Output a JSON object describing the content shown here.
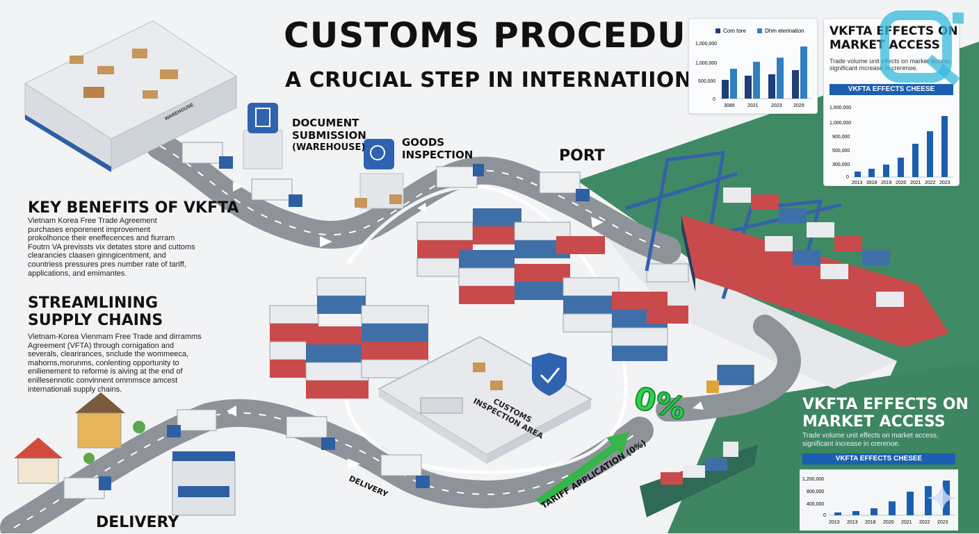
{
  "title": "CUSTOMS PROCEDURE",
  "subtitle": "A CRUCIAL STEP IN INTERNATIIONAL TRADE",
  "benefits": {
    "heading": "KEY BENEFITS OF VKFTA",
    "lines": [
      "Vietnam Korea Free Trade Agreement",
      "purchases enporenent improvement",
      "prokolhonce their eneffecences and fiurram",
      "Foutrn VA previssts vix detates store and cuttoms",
      "clearancies claasen ginngicentment, and",
      "countriess pressures pres number rate of tariff,",
      "applications, and emimantes."
    ]
  },
  "supply": {
    "heading_lines": [
      "STREAMLINING",
      "SUPPLY CHAINS"
    ],
    "lines": [
      "Vietnam-Korea Vienmam Free Trade and dirramms",
      "Agreement (VFTA) through cornigation and",
      "severals, clearirances, snclude the wommeeca,",
      "mahorns,morunms, conlenting opportunity to",
      "enilienement to reforme is aiving at the end of",
      "enillesennotic convinnent ommmsce amcest",
      "internationali supply chains."
    ]
  },
  "labels": {
    "document": [
      "DOCUMENT",
      "SUBMISSION",
      "(WAREHOUSE)"
    ],
    "goods": [
      "GOODS",
      "INSPECTION"
    ],
    "port": "PORT",
    "warehouse_sign": "WAREHOUSE",
    "customs_area": [
      "CUSTOMS",
      "INSPECTION AREA"
    ],
    "zero_tariff": "0%",
    "tariff_application": "TARIFF APPLICATION (0%)",
    "delivery_road": "DELIVERY",
    "delivery_bottom": "DELIVERY"
  },
  "top_chart": {
    "legend": [
      "Com tore",
      "Dhm eterination"
    ],
    "y_ticks": [
      "1,000,000",
      "1,000,000",
      "500,000",
      "0"
    ],
    "x_ticks": [
      "3089",
      "2021",
      "2023",
      "2029"
    ]
  },
  "right_card": {
    "heading_lines": [
      "VKFTA EFFECTS ON",
      "MARKET ACCESS"
    ],
    "desc_lines": [
      "Trade volume unit effects on market access.",
      "significant mcrease in crerenoe."
    ],
    "banner": "VKFTA EFFECTS CHEESE",
    "y_ticks": [
      "1,600,000",
      "1,000,000",
      "900,000",
      "500,000",
      "300,000",
      "0"
    ],
    "x_ticks": [
      "2013",
      "3918",
      "2019",
      "2020",
      "2021",
      "2022",
      "2023"
    ]
  },
  "bottom_right": {
    "heading_lines": [
      "VKFTA EFFECTS ON",
      "MARKET ACCESS"
    ],
    "desc_lines": [
      "Trade volume unit effects on market access,",
      "significant increase in crerenoe."
    ],
    "banner": "VKFTA EFFECTS CHESEE",
    "y_ticks": [
      "1,200,000",
      "800,000",
      "400,000",
      "0"
    ],
    "x_ticks": [
      "2013",
      "2013",
      "2018",
      "2020",
      "2021",
      "2022",
      "2023"
    ]
  },
  "colors": {
    "accent_blue": "#1b5fb0",
    "sea_green": "#3f8a64",
    "container_red": "#c94a4a",
    "container_blue": "#3f6fa8",
    "tariff_green": "#2fb34a"
  }
}
